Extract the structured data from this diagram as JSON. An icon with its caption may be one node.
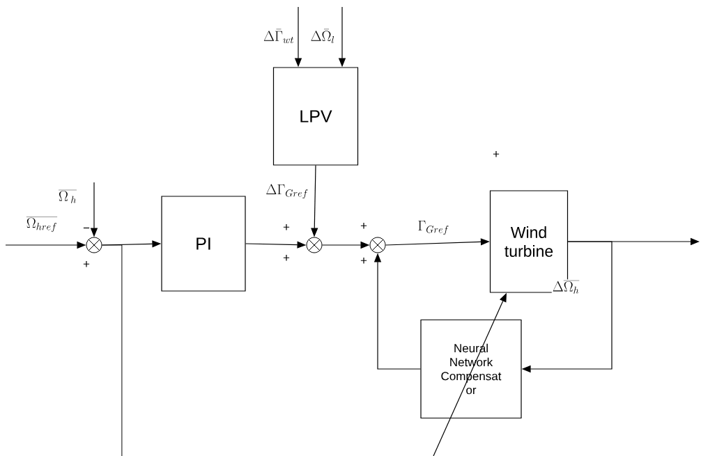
{
  "diagram": {
    "nodes": [
      {
        "text": [
          "PI"
        ]
      },
      {
        "text": [
          "LPV"
        ]
      },
      {
        "text": [
          "Wind turbine"
        ]
      },
      {
        "text": [
          "Neural Network Compensat or"
        ]
      },
      {
        "text": [],
        "shape": "circle"
      },
      {
        "text": [],
        "shape": "circle"
      },
      {
        "text": [],
        "shape": "circle"
      }
    ],
    "edges": [
      {
        "from": null,
        "to": 4,
        "arrow": "to",
        "label": "\\overline{\\Omega_{href}}"
      },
      {
        "from": null,
        "to": 4,
        "arrow": "to",
        "label": "\\overline{\\Omega\\,_{h}}"
      },
      {
        "from": 4,
        "to": 0,
        "arrow": "to"
      },
      {
        "from": null,
        "to": 1,
        "arrow": "to",
        "label": "\\Delta\\bar{\\Gamma}_{wt}"
      },
      {
        "from": null,
        "to": 1,
        "arrow": "to",
        "label": "\\Delta\\bar{\\Omega}_{l}"
      },
      {
        "from": 0,
        "to": 5,
        "arrow": "to"
      },
      {
        "from": 1,
        "to": 5,
        "arrow": "to",
        "label": "\\Delta\\Gamma_{Gref}"
      },
      {
        "from": 5,
        "to": 6,
        "arrow": "to"
      },
      {
        "from": 6,
        "to": 2,
        "arrow": "to",
        "label": "\\Gamma_{Gref}"
      },
      {
        "from": 2,
        "to": null,
        "arrow": "to"
      },
      {
        "from": 2,
        "to": 3,
        "arrow": "to",
        "label": "\\Delta\\overline{\\Omega_{h}}"
      },
      {
        "from": 3,
        "to": 6,
        "arrow": "to"
      },
      {
        "from": 4,
        "to": null,
        "arrow": "none"
      },
      {
        "from": null,
        "to": 2,
        "arrow": "to"
      }
    ],
    "labels": [
      "+",
      "−",
      "+",
      "+",
      "+",
      "+",
      "+"
    ]
  }
}
